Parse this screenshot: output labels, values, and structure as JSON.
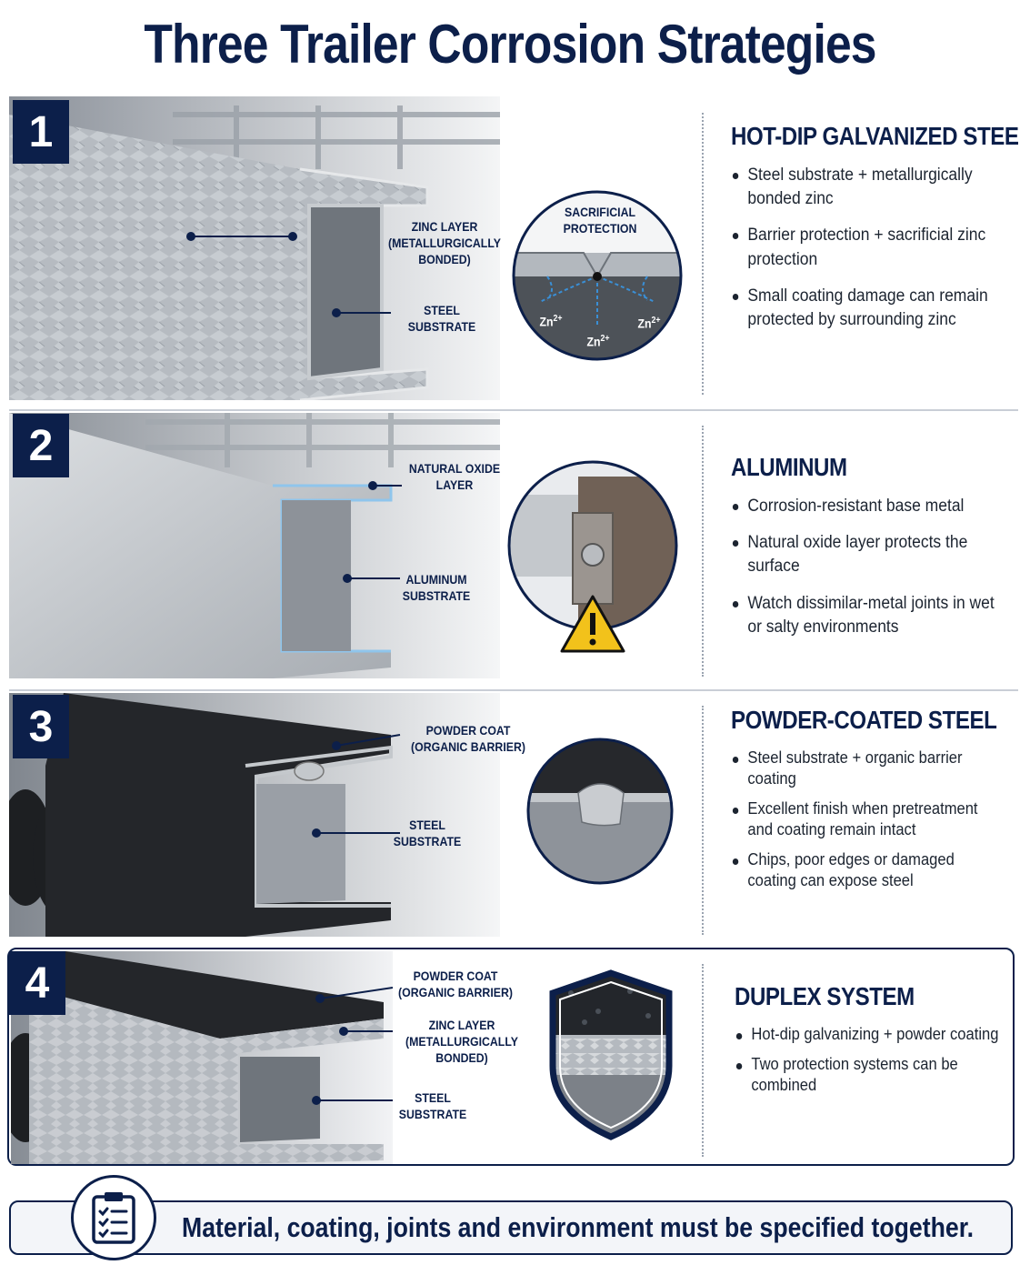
{
  "title": "Three Trailer Corrosion Strategies",
  "sections": [
    {
      "number": "1",
      "heading": "HOT-DIP GALVANIZED STEEL",
      "callouts": [
        "ZINC LAYER\n(METALLURGICALLY\nBONDED)",
        "STEEL\nSUBSTRATE"
      ],
      "circle_label": "SACRIFICIAL\nPROTECTION",
      "ions": [
        "Zn2+",
        "Zn2+",
        "Zn2+"
      ],
      "bullets": [
        "Steel substrate + metallurgically bonded zinc",
        "Barrier protection + sacrificial zinc protection",
        "Small coating damage can remain protected by surrounding zinc"
      ]
    },
    {
      "number": "2",
      "heading": "ALUMINUM",
      "callouts": [
        "NATURAL OXIDE\nLAYER",
        "ALUMINUM\nSUBSTRATE"
      ],
      "bullets": [
        "Corrosion-resistant base metal",
        "Natural oxide layer protects the surface",
        "Watch dissimilar-metal joints in wet or salty environments"
      ]
    },
    {
      "number": "3",
      "heading": "POWDER-COATED STEEL",
      "callouts": [
        "POWDER COAT\n(ORGANIC BARRIER)",
        "STEEL\nSUBSTRATE"
      ],
      "bullets": [
        "Steel substrate + organic barrier coating",
        "Excellent finish when pretreatment and coating remain intact",
        "Chips, poor edges or damaged coating can expose steel"
      ]
    },
    {
      "number": "4",
      "heading": "DUPLEX SYSTEM",
      "callouts": [
        "POWDER COAT\n(ORGANIC BARRIER)",
        "ZINC LAYER\n(METALLURGICALLY\nBONDED)",
        "STEEL\nSUBSTRATE"
      ],
      "bullets": [
        "Hot-dip galvanizing + powder coating",
        "Two protection systems can be combined"
      ]
    }
  ],
  "footer": "Material, coating, joints and environment must be specified together.",
  "colors": {
    "navy": "#0c1f4a",
    "zinc": "#b9bec4",
    "aluminum": "#c9ccd0",
    "powder": "#222428",
    "ion_arrow": "#3a8fd6",
    "warning": "#f2c21b"
  }
}
